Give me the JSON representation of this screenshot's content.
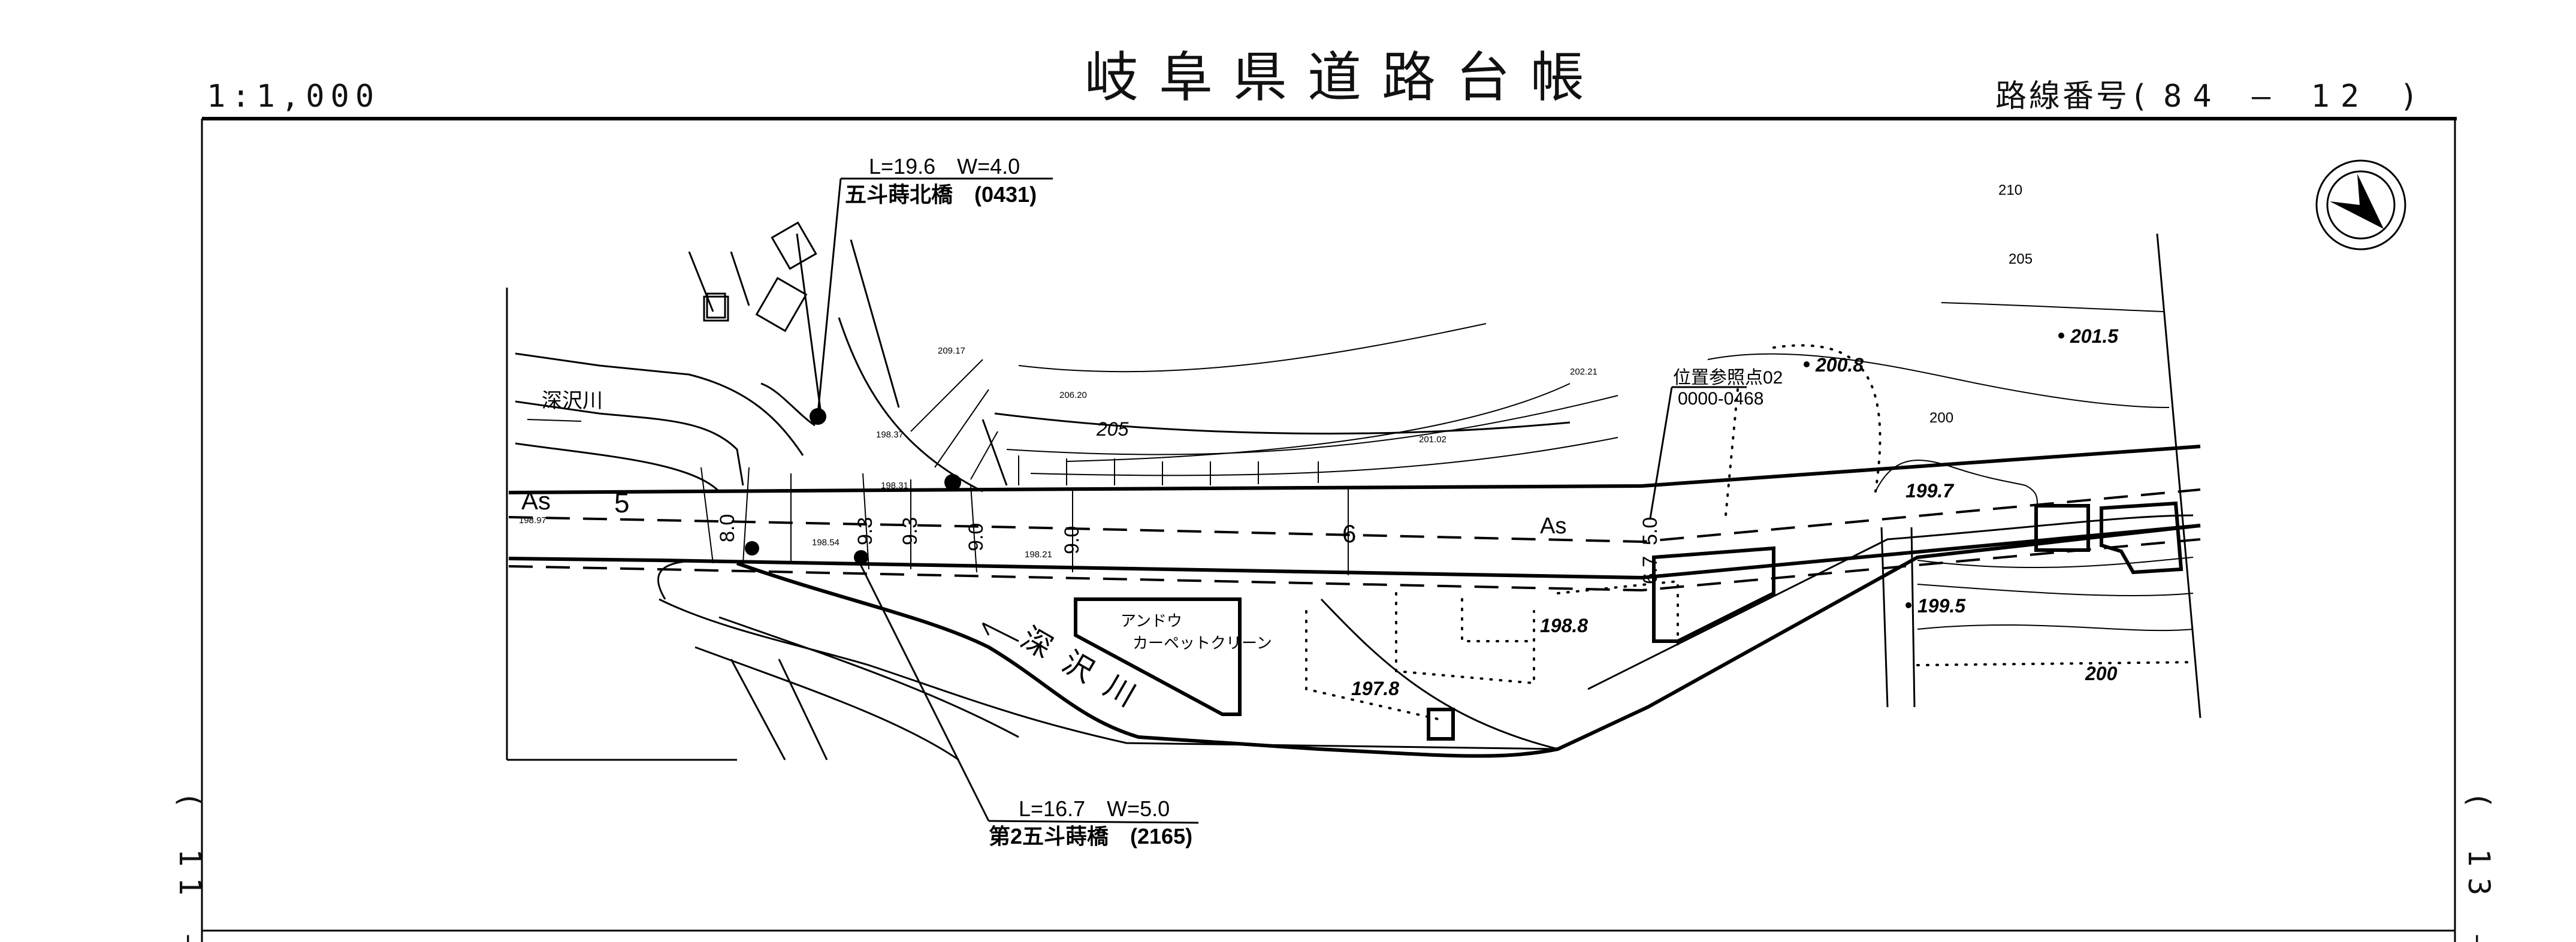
{
  "header": {
    "scale": "1:1,000",
    "title": "岐阜県道路台帳",
    "route_label": "路線番号(",
    "route_number": "84 ― 12 )"
  },
  "side_labels": {
    "left_sheet": "( 11 ―",
    "right_sheet": "( 13 ―"
  },
  "bridges": [
    {
      "dimensions": "L=19.6　W=4.0",
      "name": "五斗蒔北橋　(0431)"
    },
    {
      "dimensions": "L=16.7　W=5.0",
      "name": "第2五斗蒔橋　(2165)"
    }
  ],
  "reference_point": {
    "label": "位置参照点02",
    "code": "0000-0468"
  },
  "rivers": {
    "label_upper": "深沢川",
    "label_lower": "深沢川"
  },
  "building": {
    "line1": "アンドウ",
    "line2": "カーペットクリーン"
  },
  "road": {
    "surface_left": "As",
    "surface_right": "As",
    "section_left": "5",
    "section_right": "6"
  },
  "road_widths": [
    "8.0",
    "9.3",
    "9.3",
    "9.0",
    "9.0",
    "5.0",
    "6.7"
  ],
  "contour_labels": [
    "210",
    "205",
    "205",
    "200"
  ],
  "spot_heights": [
    "201.5",
    "200.8",
    "199.7",
    "199.5",
    "200",
    "198.8",
    "197.8"
  ],
  "survey_points": [
    "209.17",
    "206.20",
    "198.37",
    "198.31",
    "198.97",
    "198.54",
    "198.21",
    "202.21",
    "201.02"
  ],
  "compass": {
    "icon": "north-arrow-icon"
  }
}
